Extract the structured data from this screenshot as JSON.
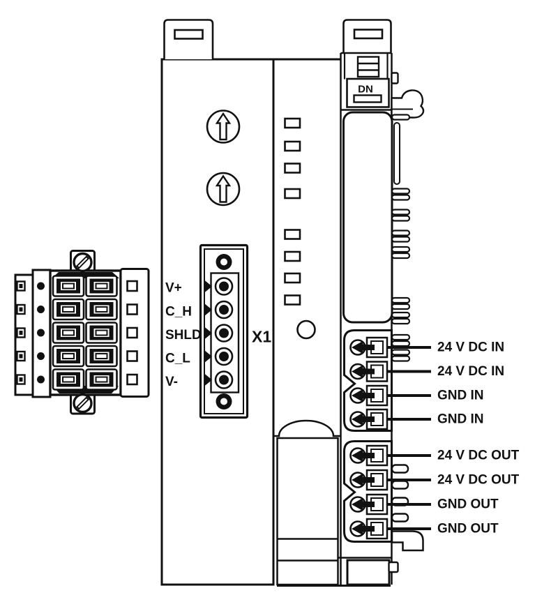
{
  "diagram": {
    "module_code": "DN",
    "connector_label": "X1",
    "pin_labels": [
      "V+",
      "C_H",
      "SHLD",
      "C_L",
      "V-"
    ],
    "terminal_labels": [
      "24 V DC IN",
      "24 V DC IN",
      "GND IN",
      "GND IN",
      "24 V DC OUT",
      "24 V DC OUT",
      "GND OUT",
      "GND OUT"
    ],
    "colors": {
      "line": "#111111",
      "background": "#ffffff"
    }
  }
}
